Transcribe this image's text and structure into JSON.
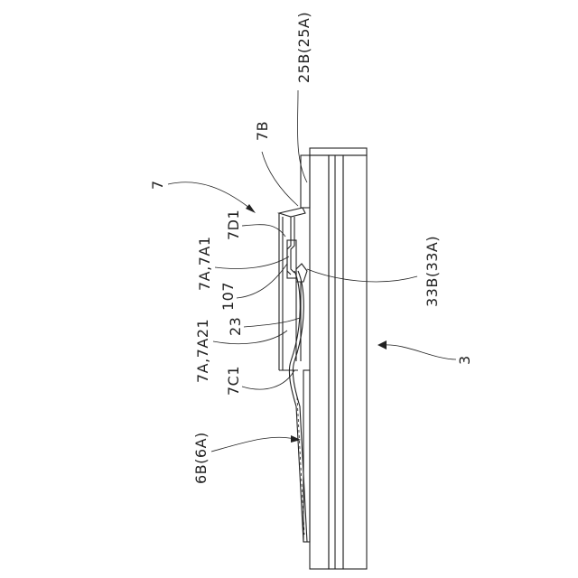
{
  "figure": {
    "labels": {
      "member_25b": "25B(25A)",
      "part_7b": "7B",
      "assembly_7": "7",
      "part_7d1": "7D1",
      "part_7a_7a1": "7A,7A1",
      "part_107": "107",
      "part_23": "23",
      "part_7a_7a21": "7A,7A21",
      "part_7c1": "7C1",
      "part_6b": "6B(6A)",
      "part_33b": "33B(33A)",
      "part_3": "3"
    }
  }
}
